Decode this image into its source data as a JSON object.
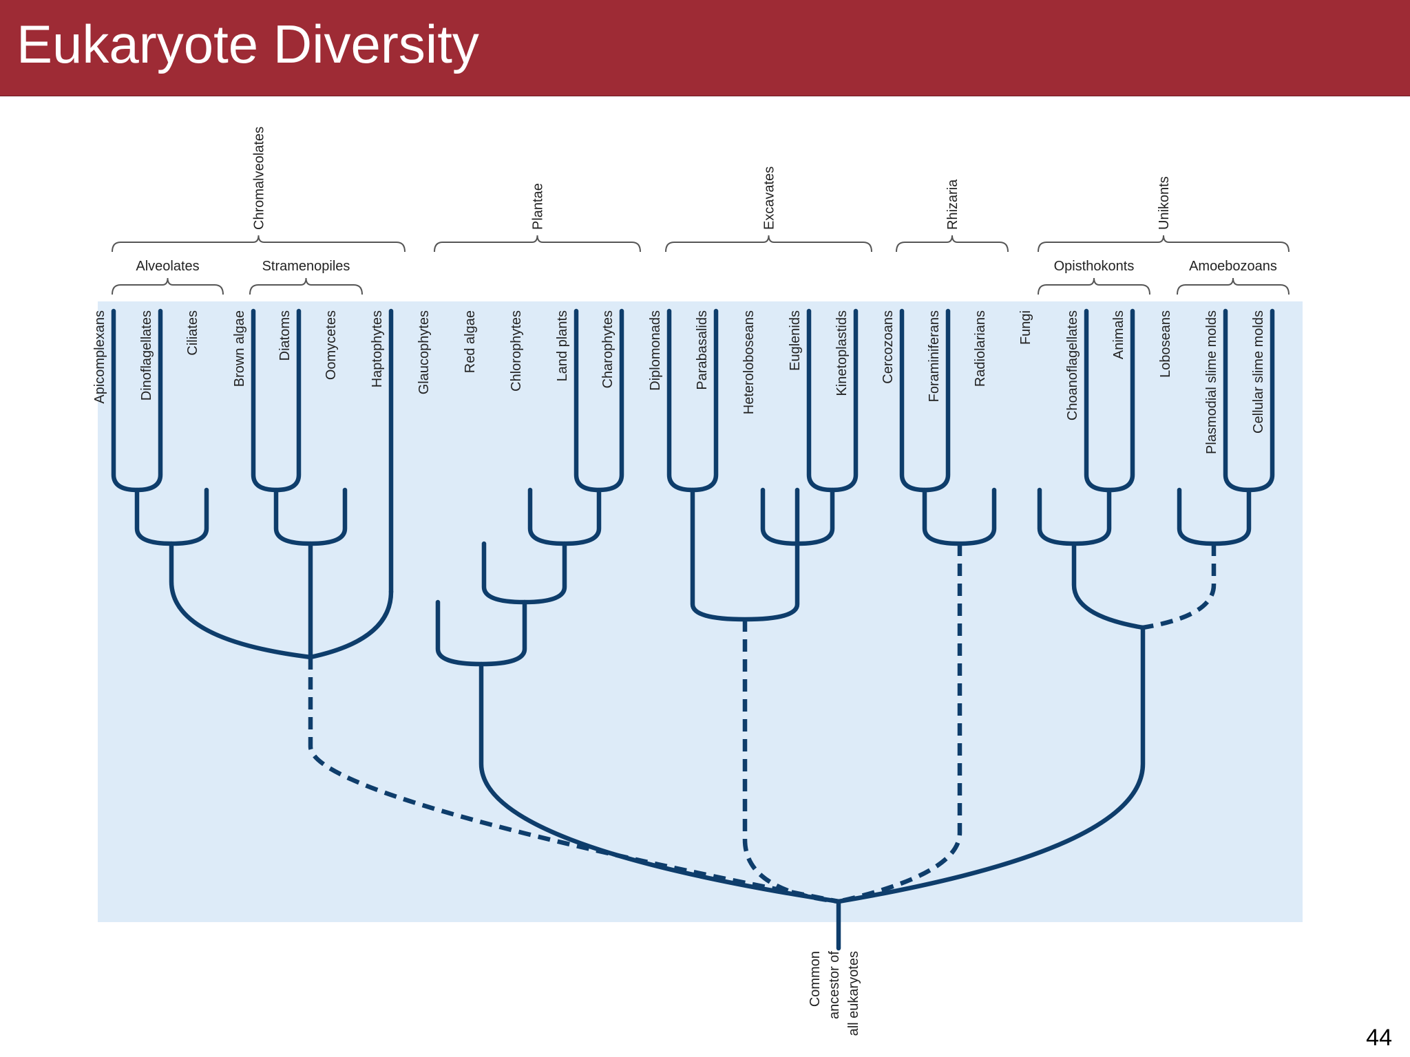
{
  "slide": {
    "title": "Eukaryote Diversity",
    "page_number": "44"
  },
  "colors": {
    "title_bar": "#9e2b35",
    "panel": "#ddebf8",
    "branch": "#0e3d6b",
    "bracket": "#555555"
  },
  "supergroups": [
    {
      "id": "chromalveolates",
      "label": "Chromalveolates"
    },
    {
      "id": "plantae",
      "label": "Plantae"
    },
    {
      "id": "excavates",
      "label": "Excavates"
    },
    {
      "id": "rhizaria",
      "label": "Rhizaria"
    },
    {
      "id": "unikonts",
      "label": "Unikonts"
    }
  ],
  "subgroups": [
    {
      "id": "alveolates",
      "label": "Alveolates"
    },
    {
      "id": "stramenopiles",
      "label": "Stramenopiles"
    },
    {
      "id": "opisthokonts",
      "label": "Opisthokonts"
    },
    {
      "id": "amoebozoans",
      "label": "Amoebozoans"
    }
  ],
  "taxa": [
    {
      "id": "apicomplexans",
      "label": "Apicomplexans"
    },
    {
      "id": "dinoflagellates",
      "label": "Dinoflagellates"
    },
    {
      "id": "ciliates",
      "label": "Ciliates"
    },
    {
      "id": "brown-algae",
      "label": "Brown algae"
    },
    {
      "id": "diatoms",
      "label": "Diatoms"
    },
    {
      "id": "oomycetes",
      "label": "Oomycetes"
    },
    {
      "id": "haptophytes",
      "label": "Haptophytes"
    },
    {
      "id": "glaucophytes",
      "label": "Glaucophytes"
    },
    {
      "id": "red-algae",
      "label": "Red algae"
    },
    {
      "id": "chlorophytes",
      "label": "Chlorophytes"
    },
    {
      "id": "land-plants",
      "label": "Land plants"
    },
    {
      "id": "charophytes",
      "label": "Charophytes"
    },
    {
      "id": "diplomonads",
      "label": "Diplomonads"
    },
    {
      "id": "parabasalids",
      "label": "Parabasalids"
    },
    {
      "id": "heteroloboseans",
      "label": "Heteroloboseans"
    },
    {
      "id": "euglenids",
      "label": "Euglenids"
    },
    {
      "id": "kinetoplastids",
      "label": "Kinetoplastids"
    },
    {
      "id": "cercozoans",
      "label": "Cercozoans"
    },
    {
      "id": "foraminiferans",
      "label": "Foraminiferans"
    },
    {
      "id": "radiolarians",
      "label": "Radiolarians"
    },
    {
      "id": "fungi",
      "label": "Fungi"
    },
    {
      "id": "choanoflagellates",
      "label": "Choanoflagellates"
    },
    {
      "id": "animals",
      "label": "Animals"
    },
    {
      "id": "loboseans",
      "label": "Loboseans"
    },
    {
      "id": "plasmodial-slime-molds",
      "label": "Plasmodial slime molds"
    },
    {
      "id": "cellular-slime-molds",
      "label": "Cellular slime molds"
    }
  ],
  "root_label": [
    "Common",
    "ancestor of",
    "all eukaryotes"
  ],
  "uncertain_links": [
    "chromalveolates",
    "excavates",
    "rhizaria",
    "amoebozoans"
  ]
}
